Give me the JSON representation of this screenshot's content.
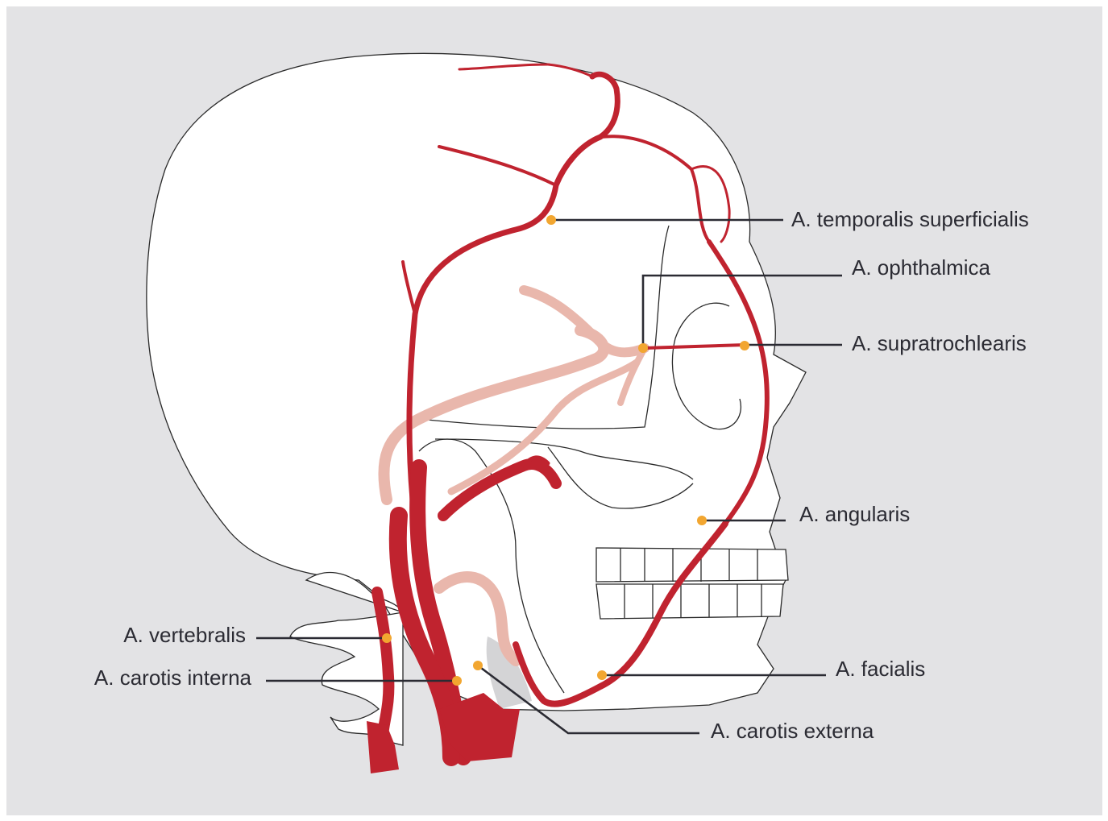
{
  "colors": {
    "background": "#e3e3e5",
    "artery": "#c0232f",
    "artery_deep": "#e9b7ac",
    "marker": "#f2a630",
    "outline": "#2a2a2a",
    "leader": "#2b2b33"
  },
  "labels": {
    "temporalis": "A. temporalis superficialis",
    "ophthalmica": "A. ophthalmica",
    "supratrochlearis": "A. supratrochlearis",
    "angularis": "A. angularis",
    "facialis": "A. facialis",
    "carotis_externa": "A. carotis externa",
    "vertebralis": "A. vertebralis",
    "carotis_interna": "A. carotis interna"
  }
}
